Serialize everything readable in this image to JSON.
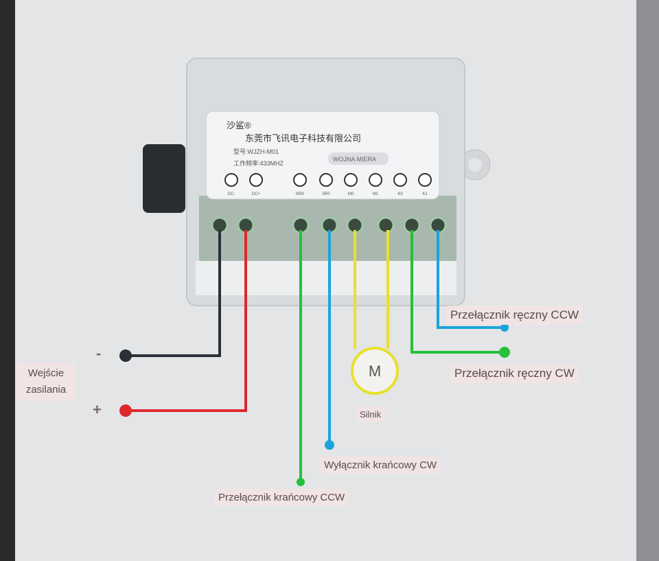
{
  "module": {
    "brand": "沙鲨®",
    "company": "东莞市飞讯电子科技有限公司",
    "model": "型号:WJZH-M01",
    "frequency": "工作频率:433MHZ",
    "watermark": "WOJNA MIERA",
    "terminals": [
      "DC-",
      "DC+",
      "NR0",
      "SR0",
      "M0",
      "M1",
      "K0",
      "K1"
    ]
  },
  "labels": {
    "power_input": "Wejście zasilania",
    "minus": "-",
    "plus": "+",
    "motor_symbol": "M",
    "motor": "Silnik",
    "manual_ccw": "Przełącznik ręczny CCW",
    "manual_cw": "Przełącznik ręczny CW",
    "limit_cw": "Wyłącznik krańcowy CW",
    "limit_ccw": "Przełącznik krańcowy CCW"
  },
  "colors": {
    "black": "#2b2f38",
    "red": "#e0282a",
    "green": "#25c03a",
    "blue": "#1aa3dc",
    "yellow": "#e8e02a"
  }
}
